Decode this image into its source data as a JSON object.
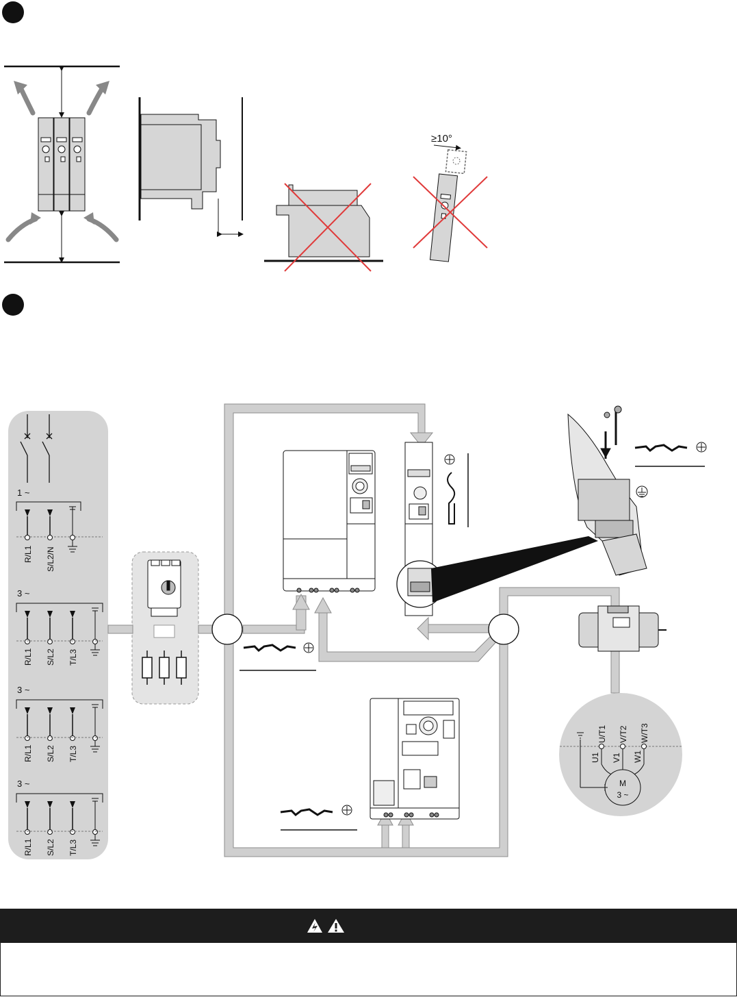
{
  "angle_label": "≥10°",
  "supply": {
    "single_phase": {
      "symbol": "1 ~",
      "terminals": [
        "R/L1",
        "S/L2/N"
      ]
    },
    "three_phase_a": {
      "symbol": "3 ~",
      "terminals": [
        "R/L1",
        "S/L2",
        "T/L3"
      ]
    },
    "three_phase_b": {
      "symbol": "3 ~",
      "terminals": [
        "R/L1",
        "S/L2",
        "T/L3"
      ]
    },
    "three_phase_c": {
      "symbol": "3 ~",
      "terminals": [
        "R/L1",
        "S/L2",
        "T/L3"
      ]
    }
  },
  "motor": {
    "top_terminals": [
      "U/T1",
      "V/T2",
      "W/T3"
    ],
    "bottom_terminals": [
      "U1",
      "V1",
      "W1"
    ],
    "label_m": "M",
    "label_phase": "3 ~"
  },
  "colors": {
    "band": "#cfcfcf",
    "panel": "#d4d4d4",
    "warning_bar": "#1d1d1d",
    "cross": "#e03a3a"
  },
  "icons": [
    "warning-electric-icon",
    "warning-general-icon",
    "ground-icon",
    "torque-screwdriver-icon"
  ]
}
